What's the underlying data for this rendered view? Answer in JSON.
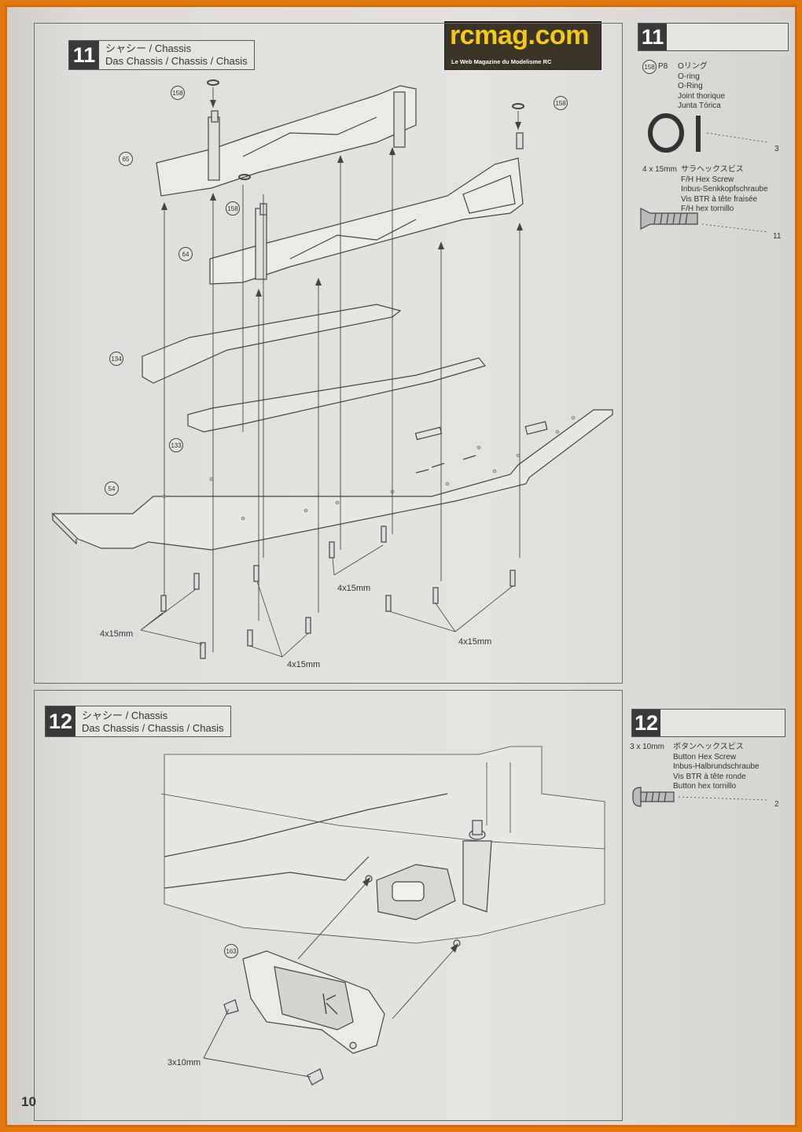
{
  "logo": {
    "name": "rcmag.com",
    "tagline": "Le Web Magazine du Modelisme RC"
  },
  "page_number": "10",
  "step11": {
    "number": "11",
    "title_line1": "シャシー / Chassis",
    "title_line2": "Das Chassis / Chassis / Chasis",
    "callouts": [
      "158",
      "158",
      "65",
      "158",
      "64",
      "134",
      "133",
      "54"
    ],
    "screw_labels": [
      "4x15mm",
      "4x15mm",
      "4x15mm",
      "4x15mm"
    ]
  },
  "step12": {
    "number": "12",
    "title_line1": "シャシー / Chassis",
    "title_line2": "Das Chassis / Chassis / Chasis",
    "callout": "163",
    "screw_label": "3x10mm"
  },
  "side11": {
    "number": "11",
    "oring": {
      "ref": "158",
      "size": "P8",
      "names": [
        "Oリング",
        "O-ring",
        "O-Ring",
        "Joint thorique",
        "Junta Tórica"
      ],
      "qty": "3"
    },
    "screw": {
      "size": "4 x 15mm",
      "names": [
        "サラヘックスビス",
        "F/H Hex Screw",
        "Inbus-Senkkopfschraube",
        "Vis BTR à tête fraisée",
        "F/H hex tornillo"
      ],
      "qty": "11"
    }
  },
  "side12": {
    "number": "12",
    "screw": {
      "size": "3 x 10mm",
      "names": [
        "ボタンヘックスビス",
        "Button Hex Screw",
        "Inbus-Halbrundschraube",
        "Vis BTR à tête ronde",
        "Button hex tornillo"
      ],
      "qty": "2"
    }
  },
  "colors": {
    "border": "#d86a08",
    "paper": "#e2e1dd",
    "ink": "#333333",
    "step_badge": "#3a3a3a"
  }
}
